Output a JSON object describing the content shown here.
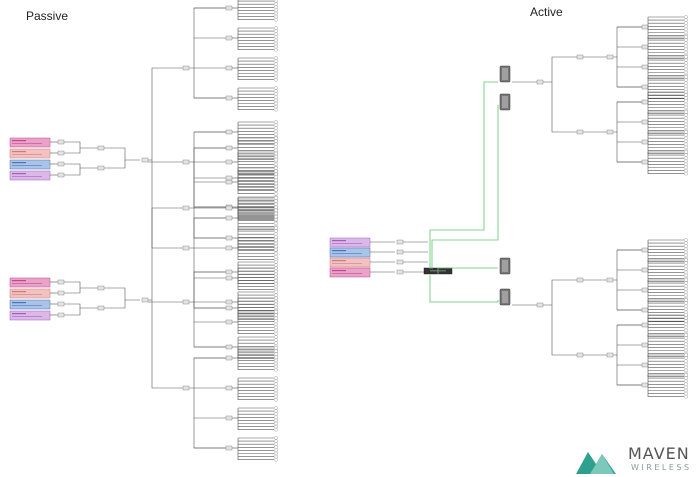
{
  "titles": {
    "passive": "Passive",
    "active": "Active"
  },
  "logo": {
    "word1": "MAVEN",
    "word2": "WIRELESS",
    "color": "#2f9f8f"
  },
  "colors": {
    "line": "#555555",
    "fiber": "#5cc76a",
    "pink": "#e9a2c8",
    "pink_border": "#c2478f",
    "blue": "#a9c4e8",
    "blue_border": "#4a74b8",
    "lilac": "#dcb8e8",
    "lilac_border": "#a05fc0",
    "peach": "#f2c2c2",
    "peach_border": "#d07b7b"
  },
  "icons": [
    "splitter-icon",
    "antenna-icon",
    "remote-unit-icon",
    "master-unit-icon",
    "logo-mountain-icon"
  ]
}
